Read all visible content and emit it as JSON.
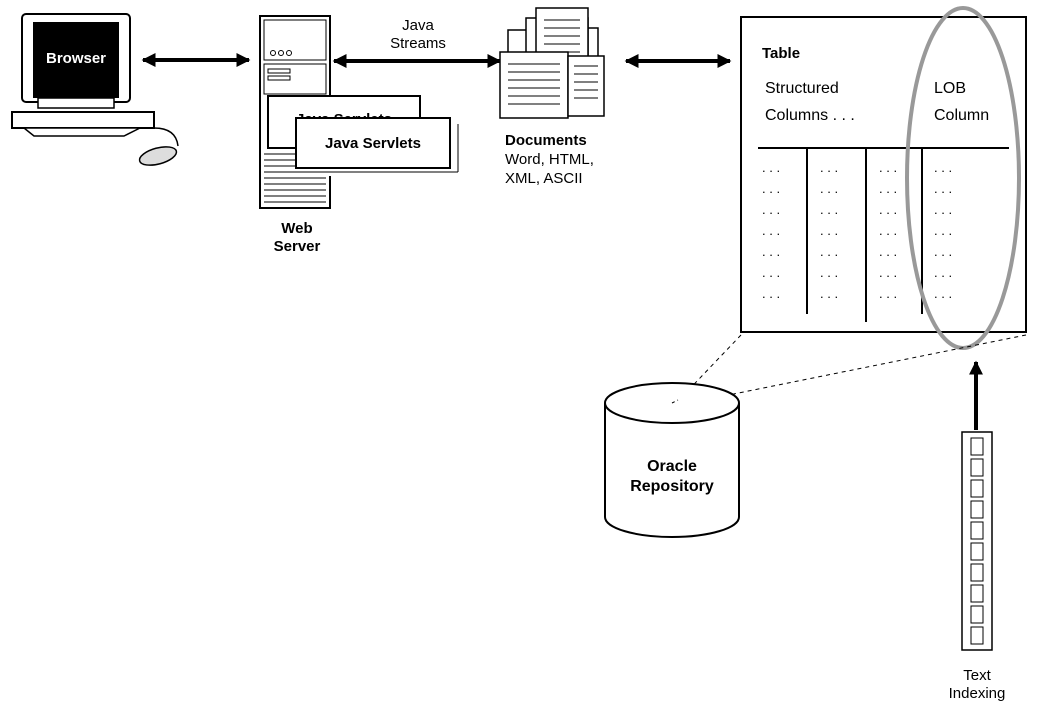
{
  "browser": {
    "label": "Browser",
    "icon": "desktop-computer-icon"
  },
  "web_server": {
    "icon": "server-tower-icon",
    "servlet_back_label": "Java Servlets",
    "servlet_front_label": "Java Servlets",
    "caption_line1": "Web",
    "caption_line2": "Server"
  },
  "streams": {
    "line1": "Java",
    "line2": "Streams"
  },
  "documents": {
    "icon": "document-stack-icon",
    "title": "Documents",
    "line1": "Word, HTML,",
    "line2": "XML, ASCII"
  },
  "table": {
    "title": "Table",
    "structured_line1": "Structured",
    "structured_line2": "Columns . . .",
    "lob_line1": "LOB",
    "lob_line2": "Column",
    "cell_text": ". . .",
    "row_count": 7,
    "column_count": 4,
    "highlight_color": "#999999"
  },
  "repository": {
    "icon": "database-cylinder-icon",
    "line1": "Oracle",
    "line2": "Repository"
  },
  "indexing": {
    "icon": "index-strip-icon",
    "line1": "Text",
    "line2": "Indexing",
    "cell_count": 10
  },
  "colors": {
    "ink": "#000000",
    "screen": "#000000",
    "highlight": "#999999",
    "fill": "#ffffff"
  }
}
